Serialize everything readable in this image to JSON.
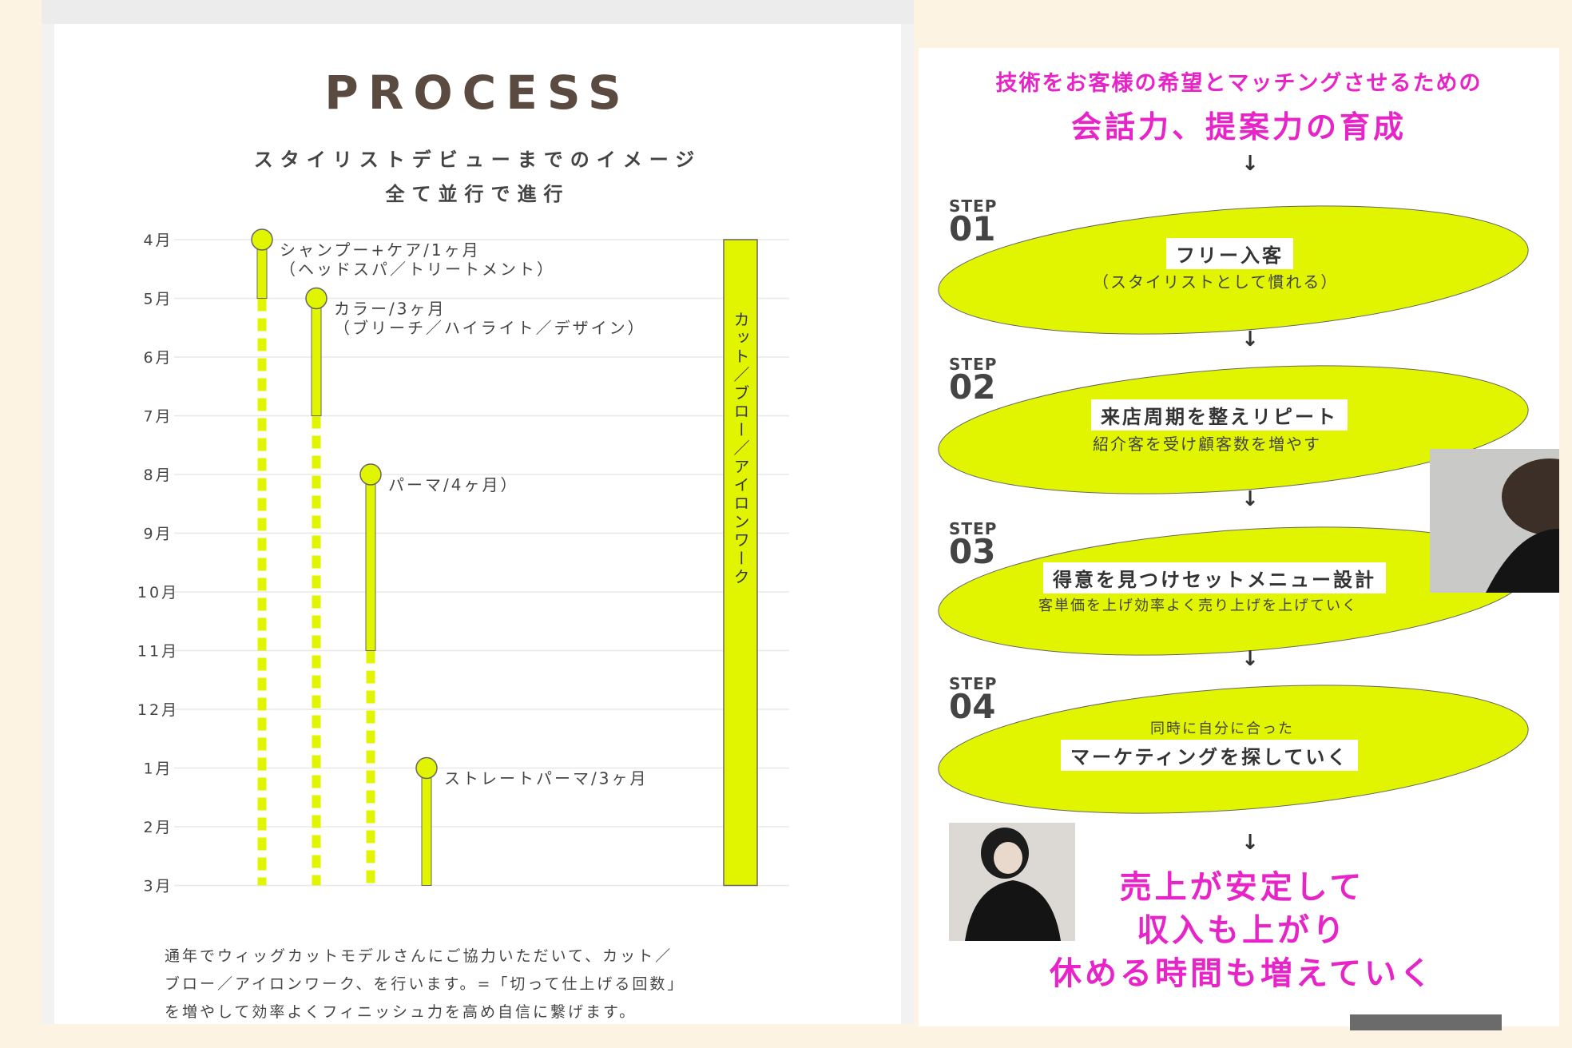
{
  "left": {
    "title": "PROCESS",
    "subtitle1": "スタイリストデビューまでのイメージ",
    "subtitle2": "全て並行で進行",
    "chart": {
      "months": [
        "4月",
        "5月",
        "6月",
        "7月",
        "8月",
        "9月",
        "10月",
        "11月",
        "12月",
        "1月",
        "2月",
        "3月"
      ],
      "tracks": [
        {
          "start": 0,
          "solid_end": 1,
          "label1": "シャンプー+ケア/1ヶ月",
          "label2": "（ヘッドスパ／トリートメント）",
          "dashed": true
        },
        {
          "start": 1,
          "solid_end": 3,
          "label1": "カラー/3ヶ月",
          "label2": "（ブリーチ／ハイライト／デザイン）",
          "dashed": true
        },
        {
          "start": 4,
          "solid_end": 7,
          "label1": "パーマ/4ヶ月）",
          "label2": "",
          "dashed": true
        },
        {
          "start": 9,
          "solid_end": 11,
          "label1": "ストレートパーマ/3ヶ月",
          "label2": "",
          "dashed": false
        }
      ],
      "bar_label": "カット／ブロー／アイロンワーク",
      "accent": "#e2f500"
    },
    "description": [
      "通年でウィッグカットモデルさんにご協力いただいて、カット／",
      "ブロー／アイロンワーク、を行います。=「切って仕上げる回数」",
      "を増やして効率よくフィニッシュ力を高め自信に繋げます。"
    ]
  },
  "right": {
    "intro1": "技術をお客様の希望とマッチングさせるための",
    "intro2": "会話力、提案力の育成",
    "arrow": "↓",
    "steps": [
      {
        "word": "STEP",
        "num": "01",
        "tag": "フリー入客",
        "sub": "（スタイリストとして慣れる）",
        "sub_above": false
      },
      {
        "word": "STEP",
        "num": "02",
        "tag": "来店周期を整えリピート",
        "sub": "紹介客を受け顧客数を増やす",
        "sub_above": false
      },
      {
        "word": "STEP",
        "num": "03",
        "tag": "得意を見つけセットメニュー設計",
        "sub": "客単価を上げ効率よく売り上げを上げていく",
        "sub_above": false
      },
      {
        "word": "STEP",
        "num": "04",
        "tag": "マーケティングを探していく",
        "sub": "同時に自分に合った",
        "sub_above": true
      }
    ],
    "ending": [
      "売上が安定して",
      "収入も上がり",
      "休める時間も増えていく"
    ],
    "accent": "#e2f500",
    "pink": "#e724c8"
  }
}
